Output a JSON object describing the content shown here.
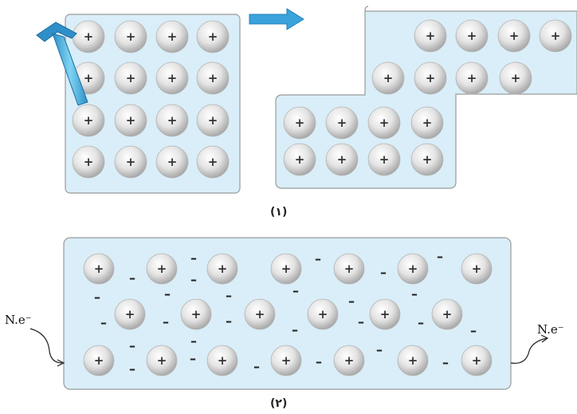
{
  "figure1": {
    "caption": "(١)",
    "ion_symbol": "+",
    "ion_color": "#e6e6e6",
    "box_color": "#d9eef8",
    "arrow_color": "#3aa3db",
    "hammer_color": "#5bc0e8"
  },
  "figure2": {
    "caption": "(٢)",
    "ion_symbol": "+",
    "electron_symbol": "–",
    "input_label": "N.e⁻",
    "output_label": "N.e⁻"
  }
}
